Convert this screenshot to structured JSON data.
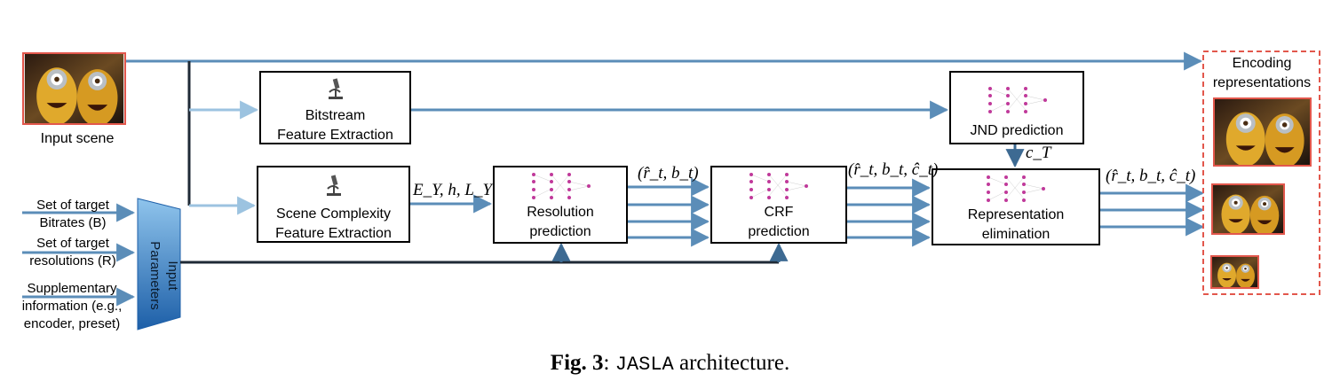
{
  "inputs": {
    "scene_label": "Input scene",
    "target_bitrates": "Set of target\nBitrates (B)",
    "target_resolutions": "Set of target\nresolutions (R)",
    "supplementary": "Supplementary\ninformation (e.g.,\nencoder, preset)",
    "input_parameters": "Input\nParameters"
  },
  "modules": {
    "bitstream": "Bitstream\nFeature Extraction",
    "scene_complexity": "Scene Complexity\nFeature Extraction",
    "resolution": "Resolution\nprediction",
    "crf": "CRF\nprediction",
    "jnd": "JND prediction",
    "representation": "Representation\nelimination"
  },
  "math": {
    "features": "E_Y, h, L_Y",
    "res_out": "(r̂_t, b_t)",
    "crf_out": "(r̂_t, b_t, ĉ_t)",
    "rep_out": "(r̂_t, b_t, ĉ_t)",
    "jnd_out": "c_T"
  },
  "output": {
    "title": "Encoding\nrepresentations"
  },
  "caption": {
    "fig": "Fig. 3",
    "sep": ": ",
    "name": "JASLA",
    "rest": " architecture."
  },
  "colors": {
    "arrow_blue": "#5b8db8",
    "arrow_light": "#9cc3e0",
    "dark_line": "#1f2a36",
    "thumb_border": "#e2574c",
    "output_dash": "#e2574c",
    "nn_dot": "#c0399a",
    "param_gradient_top": "#8fc4ec",
    "param_gradient_bottom": "#1d5fa8"
  },
  "icons": [
    "microscope-icon",
    "neural-network-icon",
    "minion-scene-image"
  ]
}
